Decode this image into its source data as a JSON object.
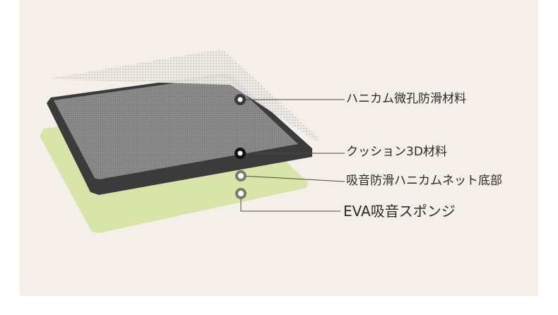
{
  "labels": {
    "layer1": "ハニカム微孔防滑材料",
    "layer2": "クッション3D材料",
    "layer3": "吸音防滑ハニカムネット底部",
    "layer4": "EVA吸音スポンジ"
  },
  "colors": {
    "background": "#f4efe9",
    "eva": "#d8e3a7",
    "cushion_edge": "#3a3a3a",
    "cushion_top": "#8a8a8a",
    "mesh": "#e6e2dd",
    "leader": "#4a4a4a"
  }
}
